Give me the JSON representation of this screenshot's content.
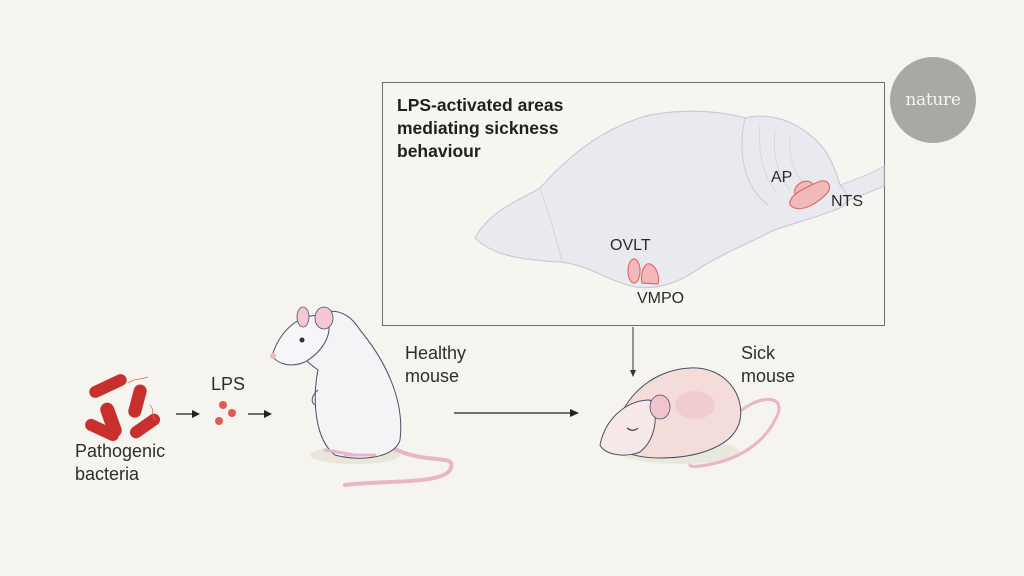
{
  "figure": {
    "inset": {
      "title_lines": [
        "LPS-activated areas",
        "mediating sickness",
        "behaviour"
      ],
      "regions": {
        "ap": "AP",
        "nts": "NTS",
        "ovlt": "OVLT",
        "vmpo": "VMPO"
      }
    },
    "logo": {
      "text": "nature"
    },
    "steps": {
      "bacteria": [
        "Pathogenic",
        "bacteria"
      ],
      "lps": "LPS",
      "healthy": [
        "Healthy",
        "mouse"
      ],
      "sick": [
        "Sick",
        "mouse"
      ]
    },
    "colors": {
      "background": "#f5f4ee",
      "bacteria_red": "#c8302e",
      "region_fill": "#f2b9bb",
      "region_stroke": "#e06b6d",
      "brain_fill": "#e9eaf0",
      "logo_gray": "#a8a8a5"
    }
  }
}
